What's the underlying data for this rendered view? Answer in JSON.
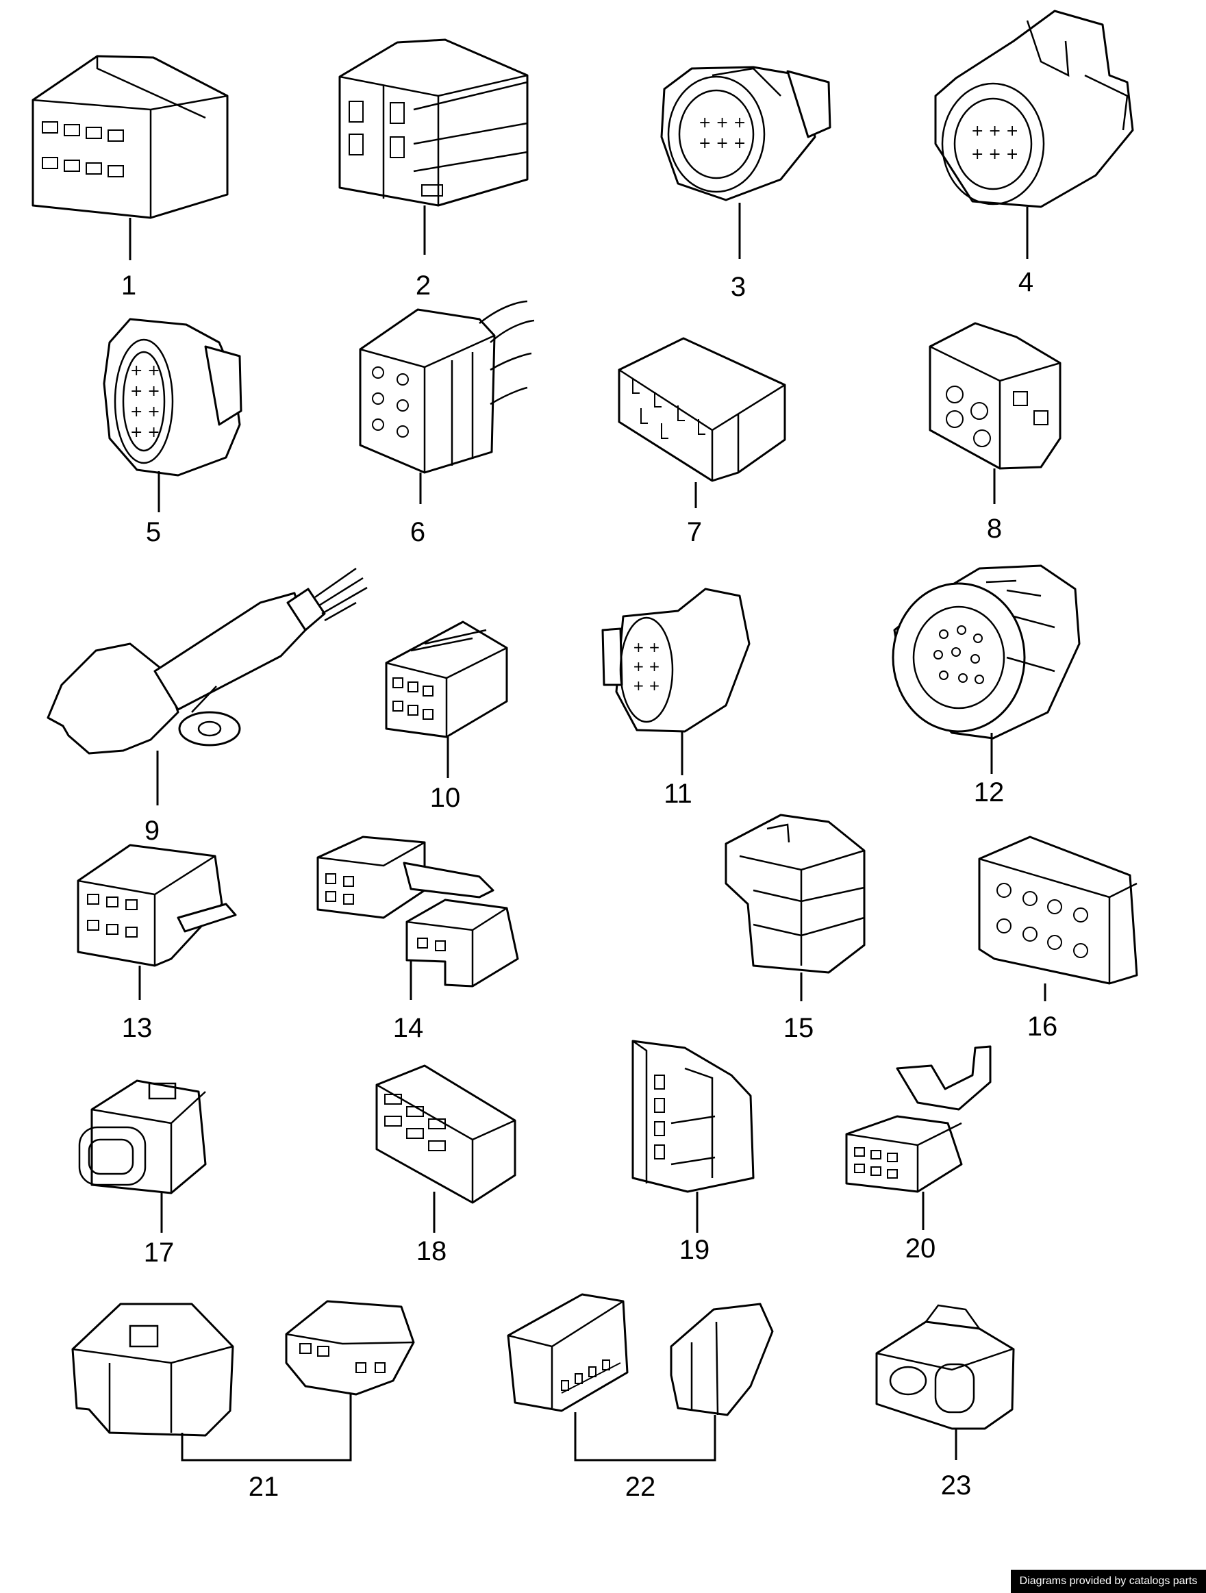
{
  "parts": [
    {
      "id": "1",
      "label": "1",
      "shape": "box-connector"
    },
    {
      "id": "2",
      "label": "2",
      "shape": "double-block-connector"
    },
    {
      "id": "3",
      "label": "3",
      "shape": "oval-sealed-connector"
    },
    {
      "id": "4",
      "label": "4",
      "shape": "oval-latched-connector"
    },
    {
      "id": "5",
      "label": "5",
      "shape": "vertical-oval-connector"
    },
    {
      "id": "6",
      "label": "6",
      "shape": "wired-block-connector"
    },
    {
      "id": "7",
      "label": "7",
      "shape": "stepped-block-connector"
    },
    {
      "id": "8",
      "label": "8",
      "shape": "open-frame-connector"
    },
    {
      "id": "9",
      "label": "9",
      "shape": "sensor-with-lead"
    },
    {
      "id": "10",
      "label": "10",
      "shape": "small-block-connector"
    },
    {
      "id": "11",
      "label": "11",
      "shape": "rounded-sealed-connector"
    },
    {
      "id": "12",
      "label": "12",
      "shape": "round-ribbed-connector"
    },
    {
      "id": "13",
      "label": "13",
      "shape": "flat-latched-connector"
    },
    {
      "id": "14",
      "label": "14",
      "shape": "twin-bridged-connector"
    },
    {
      "id": "15",
      "label": "15",
      "shape": "stacked-housing"
    },
    {
      "id": "16",
      "label": "16",
      "shape": "eight-pin-flange-connector"
    },
    {
      "id": "17",
      "label": "17",
      "shape": "sealed-cube-connector"
    },
    {
      "id": "18",
      "label": "18",
      "shape": "grid-block-connector"
    },
    {
      "id": "19",
      "label": "19",
      "shape": "tall-latched-connector"
    },
    {
      "id": "20",
      "label": "20",
      "shape": "bracket-connector"
    },
    {
      "id": "21",
      "label": "21",
      "shape": "housing-pair"
    },
    {
      "id": "22",
      "label": "22",
      "shape": "strip-and-holder-pair"
    },
    {
      "id": "23",
      "label": "23",
      "shape": "twin-port-connector"
    }
  ],
  "footer": {
    "credit": "Diagrams provided by catalogs parts"
  }
}
